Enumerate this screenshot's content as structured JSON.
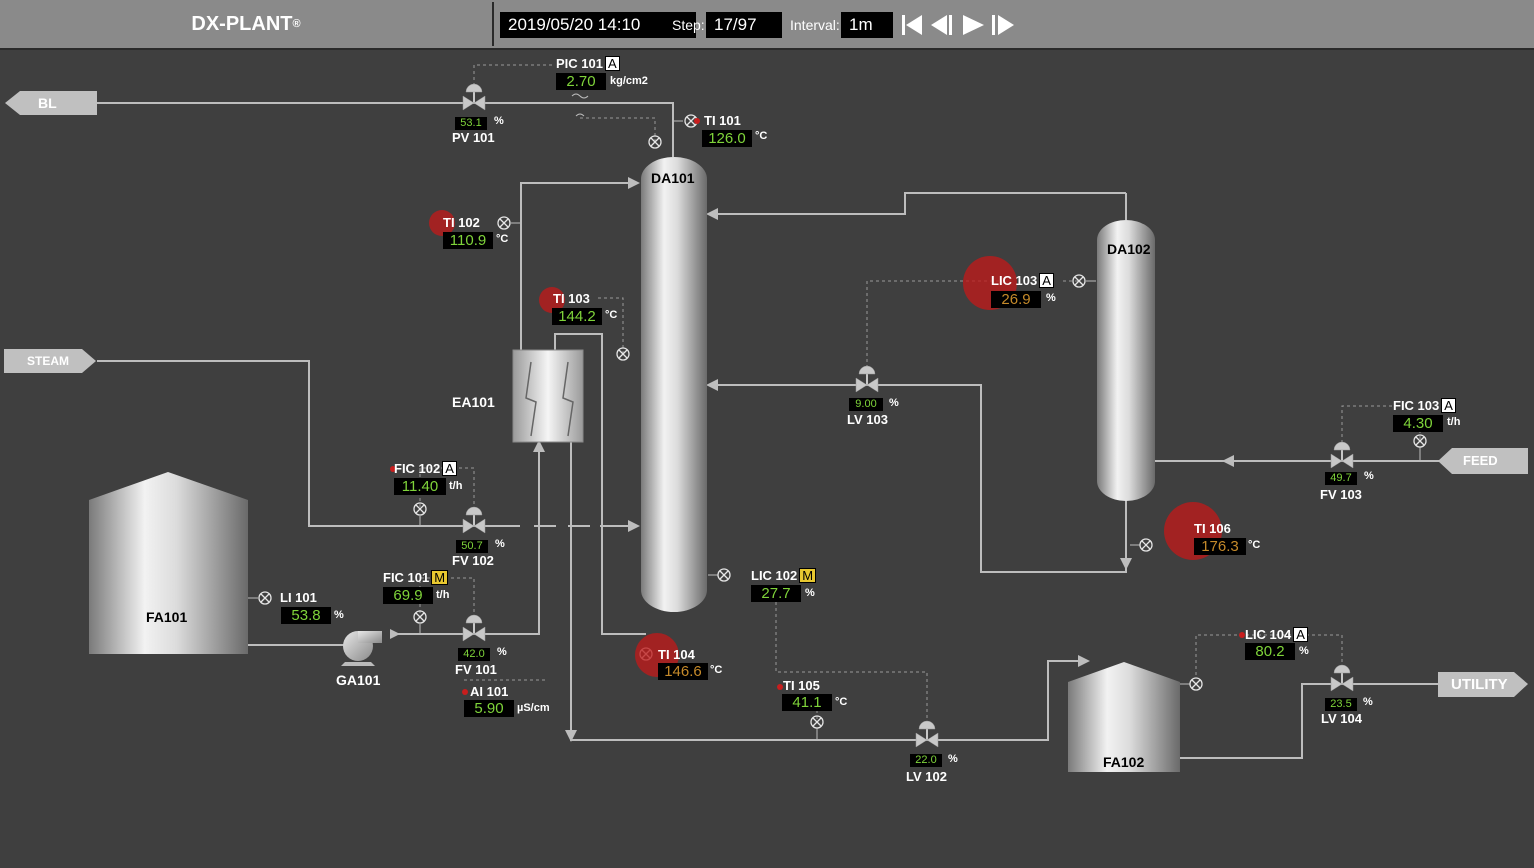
{
  "header": {
    "brand": "DX-PLANT",
    "brand_mark": "®",
    "datetime": "2019/05/20 14:10",
    "step_label": "Step:",
    "step_value": "17/97",
    "interval_label": "Interval:",
    "interval_value": "1m",
    "controls": [
      "skip-to-start-icon",
      "step-back-icon",
      "play-icon",
      "step-forward-icon"
    ]
  },
  "colors": {
    "background": "#3f3f3f",
    "value_text": "#7fd43a",
    "alarm": "#be1919",
    "manual_mode": "#e8c830"
  },
  "streams": {
    "bl": "BL",
    "steam": "STEAM",
    "feed": "FEED",
    "utility": "UTILITY"
  },
  "equipment": {
    "da101": "DA101",
    "da102": "DA102",
    "ea101": "EA101",
    "fa101": "FA101",
    "fa102": "FA102",
    "ga101": "GA101"
  },
  "valves": {
    "pv101": {
      "name": "PV 101",
      "value": "53.1",
      "unit": "%"
    },
    "lv103": {
      "name": "LV 103",
      "value": "9.00",
      "unit": "%"
    },
    "fv103": {
      "name": "FV 103",
      "value": "49.7",
      "unit": "%"
    },
    "fv102": {
      "name": "FV 102",
      "value": "50.7",
      "unit": "%"
    },
    "fv101": {
      "name": "FV 101",
      "value": "42.0",
      "unit": "%"
    },
    "lv102": {
      "name": "LV 102",
      "value": "22.0",
      "unit": "%"
    },
    "lv104": {
      "name": "LV 104",
      "value": "23.5",
      "unit": "%"
    }
  },
  "instruments": {
    "pic101": {
      "tag": "PIC 101",
      "mode": "A",
      "value": "2.70",
      "unit": "kg/cm2"
    },
    "ti101": {
      "tag": "TI 101",
      "value": "126.0",
      "unit": "°C"
    },
    "ti102": {
      "tag": "TI 102",
      "value": "110.9",
      "unit": "°C"
    },
    "ti103": {
      "tag": "TI 103",
      "value": "144.2",
      "unit": "°C"
    },
    "lic103": {
      "tag": "LIC 103",
      "mode": "A",
      "value": "26.9",
      "unit": "%"
    },
    "fic103": {
      "tag": "FIC 103",
      "mode": "A",
      "value": "4.30",
      "unit": "t/h"
    },
    "fic102": {
      "tag": "FIC 102",
      "mode": "A",
      "value": "11.40",
      "unit": "t/h"
    },
    "ti106": {
      "tag": "TI 106",
      "value": "176.3",
      "unit": "°C"
    },
    "fic101": {
      "tag": "FIC 101",
      "mode": "M",
      "value": "69.9",
      "unit": "t/h"
    },
    "lic102": {
      "tag": "LIC 102",
      "mode": "M",
      "value": "27.7",
      "unit": "%"
    },
    "li101": {
      "tag": "LI 101",
      "value": "53.8",
      "unit": "%"
    },
    "ti104": {
      "tag": "TI 104",
      "value": "146.6",
      "unit": "°C"
    },
    "ti105": {
      "tag": "TI 105",
      "value": "41.1",
      "unit": "°C"
    },
    "lic104": {
      "tag": "LIC 104",
      "mode": "A",
      "value": "80.2",
      "unit": "%"
    },
    "ai101": {
      "tag": "AI 101",
      "value": "5.90",
      "unit": "µS/cm"
    }
  }
}
